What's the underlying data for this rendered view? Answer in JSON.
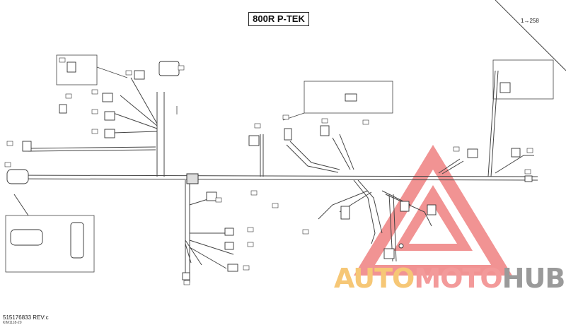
{
  "diagram": {
    "title": "800R P-TEK",
    "ref_arrow": "1→258",
    "part_number": "515176833 REV:c",
    "illustration_code": "KIM1118-20"
  },
  "watermark": {
    "part_a": "AUTO",
    "part_b": "MOTO",
    "part_c": "HUB",
    "colors": {
      "auto": "#f6c776",
      "moto": "#f39a9a",
      "hub": "#9a9a9a",
      "triangle": "#ee8080"
    }
  }
}
